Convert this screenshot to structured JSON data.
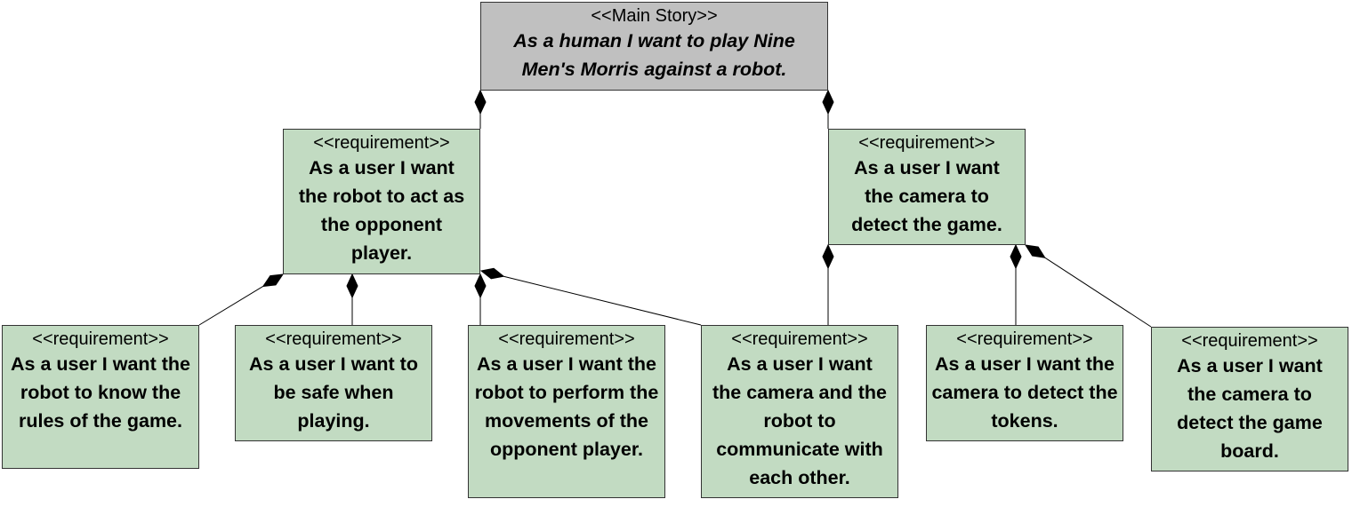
{
  "main_story": {
    "stereotype": "<<Main Story>>",
    "text": "As a human I want to play Nine Men's Morris against a robot."
  },
  "requirements": [
    {
      "stereotype": "<<requirement>>",
      "text": "As a user I want the robot to act as the opponent player."
    },
    {
      "stereotype": "<<requirement>>",
      "text": "As a user I want the camera to detect the game."
    },
    {
      "stereotype": "<<requirement>>",
      "text": "As a user I want the robot to know the rules of the game."
    },
    {
      "stereotype": "<<requirement>>",
      "text": "As a user I want to be safe when playing."
    },
    {
      "stereotype": "<<requirement>>",
      "text": "As a user I want the robot to perform the movements of the opponent player."
    },
    {
      "stereotype": "<<requirement>>",
      "text": "As a user I want the camera and the robot to communicate with each other."
    },
    {
      "stereotype": "<<requirement>>",
      "text": "As a user I want the camera to detect the tokens."
    },
    {
      "stereotype": "<<requirement>>",
      "text": "As a user I want the camera to detect the game board."
    }
  ],
  "colors": {
    "requirement_fill": "#c2dbc2",
    "main_story_fill": "#c0c0c0",
    "border": "#333333"
  }
}
